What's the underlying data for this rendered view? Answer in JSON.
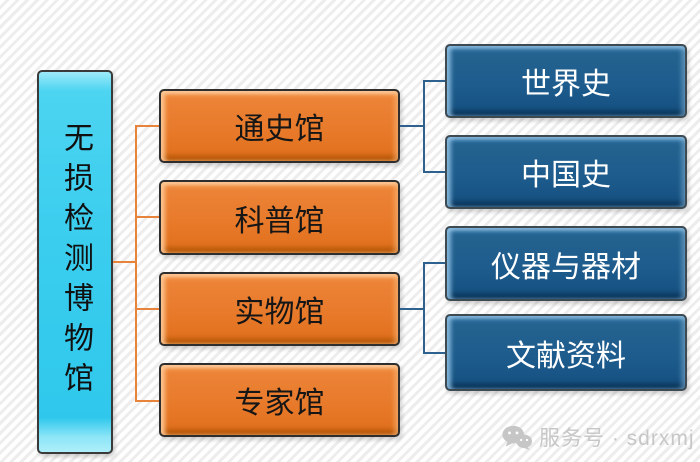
{
  "diagram": {
    "root": {
      "label": "无损检测博物馆"
    },
    "level1": [
      {
        "label": "通史馆"
      },
      {
        "label": "科普馆"
      },
      {
        "label": "实物馆"
      },
      {
        "label": "专家馆"
      }
    ],
    "level2": [
      {
        "label": "世界史",
        "parent": "通史馆"
      },
      {
        "label": "中国史",
        "parent": "通史馆"
      },
      {
        "label": "仪器与器材",
        "parent": "实物馆"
      },
      {
        "label": "文献资料",
        "parent": "实物馆"
      }
    ],
    "colors": {
      "root_fill": "#3acdee",
      "level1_fill": "#e87a2b",
      "level2_fill": "#1d5c8d",
      "level1_connector": "#e8833b",
      "level2_connector": "#2f618e"
    }
  },
  "watermark": {
    "icon": "wechat-icon",
    "text": "服务号 · sdrxmj"
  }
}
